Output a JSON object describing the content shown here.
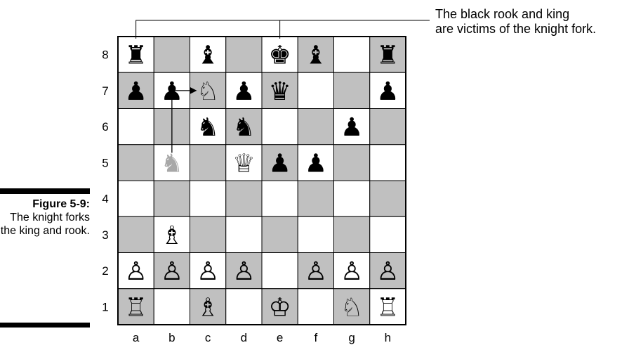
{
  "caption": {
    "label": "Figure 5-9:",
    "text": "The knight forks the king and rook."
  },
  "callout": {
    "text": "The black rook and king\nare victims of the knight fork."
  },
  "board": {
    "files": [
      "a",
      "b",
      "c",
      "d",
      "e",
      "f",
      "g",
      "h"
    ],
    "ranks": [
      "8",
      "7",
      "6",
      "5",
      "4",
      "3",
      "2",
      "1"
    ],
    "light_color": "#ffffff",
    "dark_color": "#c0c0c0",
    "pieces": [
      {
        "square": "a8",
        "color": "black",
        "type": "rook"
      },
      {
        "square": "c8",
        "color": "black",
        "type": "bishop"
      },
      {
        "square": "e8",
        "color": "black",
        "type": "king"
      },
      {
        "square": "f8",
        "color": "black",
        "type": "bishop"
      },
      {
        "square": "h8",
        "color": "black",
        "type": "rook"
      },
      {
        "square": "a7",
        "color": "black",
        "type": "pawn"
      },
      {
        "square": "b7",
        "color": "black",
        "type": "pawn"
      },
      {
        "square": "c7",
        "color": "white",
        "type": "knight"
      },
      {
        "square": "d7",
        "color": "black",
        "type": "pawn"
      },
      {
        "square": "e7",
        "color": "black",
        "type": "queen"
      },
      {
        "square": "h7",
        "color": "black",
        "type": "pawn"
      },
      {
        "square": "c6",
        "color": "black",
        "type": "knight"
      },
      {
        "square": "d6",
        "color": "black",
        "type": "knight"
      },
      {
        "square": "g6",
        "color": "black",
        "type": "pawn"
      },
      {
        "square": "b5",
        "color": "ghost",
        "type": "knight"
      },
      {
        "square": "d5",
        "color": "white",
        "type": "queen"
      },
      {
        "square": "e5",
        "color": "black",
        "type": "pawn"
      },
      {
        "square": "f5",
        "color": "black",
        "type": "pawn"
      },
      {
        "square": "b3",
        "color": "white",
        "type": "bishop"
      },
      {
        "square": "a2",
        "color": "white",
        "type": "pawn"
      },
      {
        "square": "b2",
        "color": "white",
        "type": "pawn"
      },
      {
        "square": "c2",
        "color": "white",
        "type": "pawn"
      },
      {
        "square": "d2",
        "color": "white",
        "type": "pawn"
      },
      {
        "square": "f2",
        "color": "white",
        "type": "pawn"
      },
      {
        "square": "g2",
        "color": "white",
        "type": "pawn"
      },
      {
        "square": "h2",
        "color": "white",
        "type": "pawn"
      },
      {
        "square": "a1",
        "color": "white",
        "type": "rook"
      },
      {
        "square": "c1",
        "color": "white",
        "type": "bishop"
      },
      {
        "square": "e1",
        "color": "white",
        "type": "king"
      },
      {
        "square": "g1",
        "color": "white",
        "type": "knight"
      },
      {
        "square": "h1",
        "color": "white",
        "type": "rook"
      }
    ],
    "move_arrow": {
      "from": "b5",
      "to": "c7"
    },
    "callout_targets": [
      "a8",
      "e8"
    ]
  }
}
